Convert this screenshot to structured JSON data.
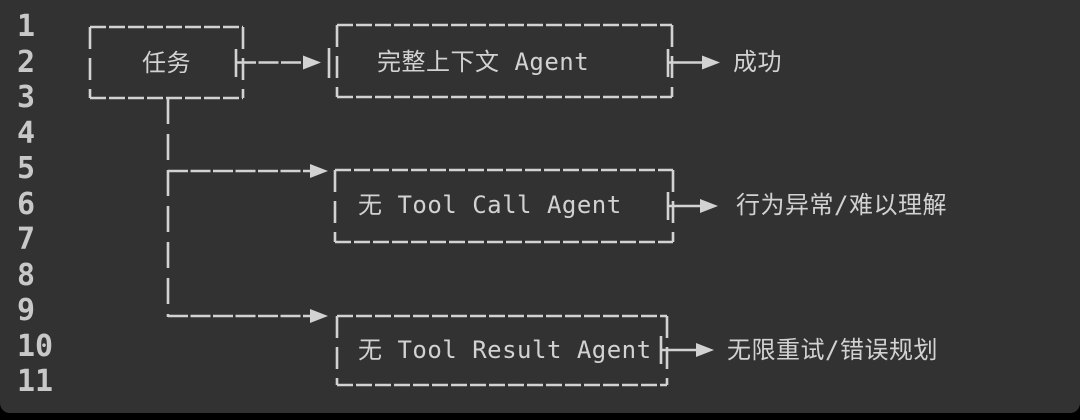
{
  "editor": {
    "line_numbers": [
      "1",
      "2",
      "3",
      "4",
      "5",
      "6",
      "7",
      "8",
      "9",
      "10",
      "11"
    ]
  },
  "diagram": {
    "root": {
      "label": "任务"
    },
    "branches": [
      {
        "box": "完整上下文 Agent",
        "outcome": "成功"
      },
      {
        "box": "无 Tool Call Agent",
        "outcome": "行为异常/难以理解"
      },
      {
        "box": "无 Tool Result Agent",
        "outcome": "无限重试/错误规划"
      }
    ]
  },
  "colors": {
    "background": "#323232",
    "frame": "#000000",
    "stroke": "#d2d2d2",
    "line_numbers": "#c8c8c8"
  }
}
